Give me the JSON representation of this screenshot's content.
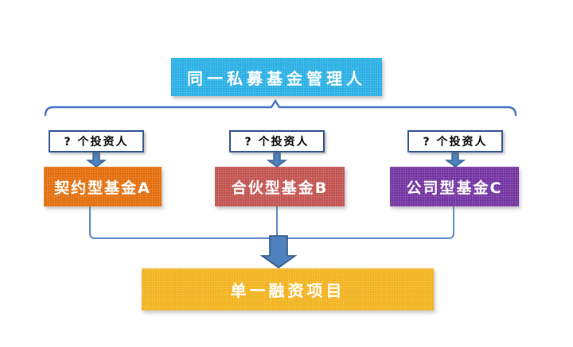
{
  "diagram": {
    "title_node": {
      "label": "同一私募基金管理人",
      "color": "#27AEE4"
    },
    "investor_boxes": [
      {
        "label": "? 个投资人"
      },
      {
        "label": "? 个投资人"
      },
      {
        "label": "? 个投资人"
      }
    ],
    "fund_nodes": [
      {
        "label": "契约型基金A",
        "color": "#E36C09"
      },
      {
        "label": "合伙型基金B",
        "color": "#C0504D"
      },
      {
        "label": "公司型基金C",
        "color": "#7030A0"
      }
    ],
    "bottom_node": {
      "label": "单一融资项目",
      "color": "#F2B21C"
    },
    "connector_color": "#5E8AC7",
    "brace_color": "#4472C4",
    "arrow_fill_color": "#4E81BD",
    "arrow_border_color": "#2E5380",
    "investor_box_border_color": "#31538F"
  }
}
